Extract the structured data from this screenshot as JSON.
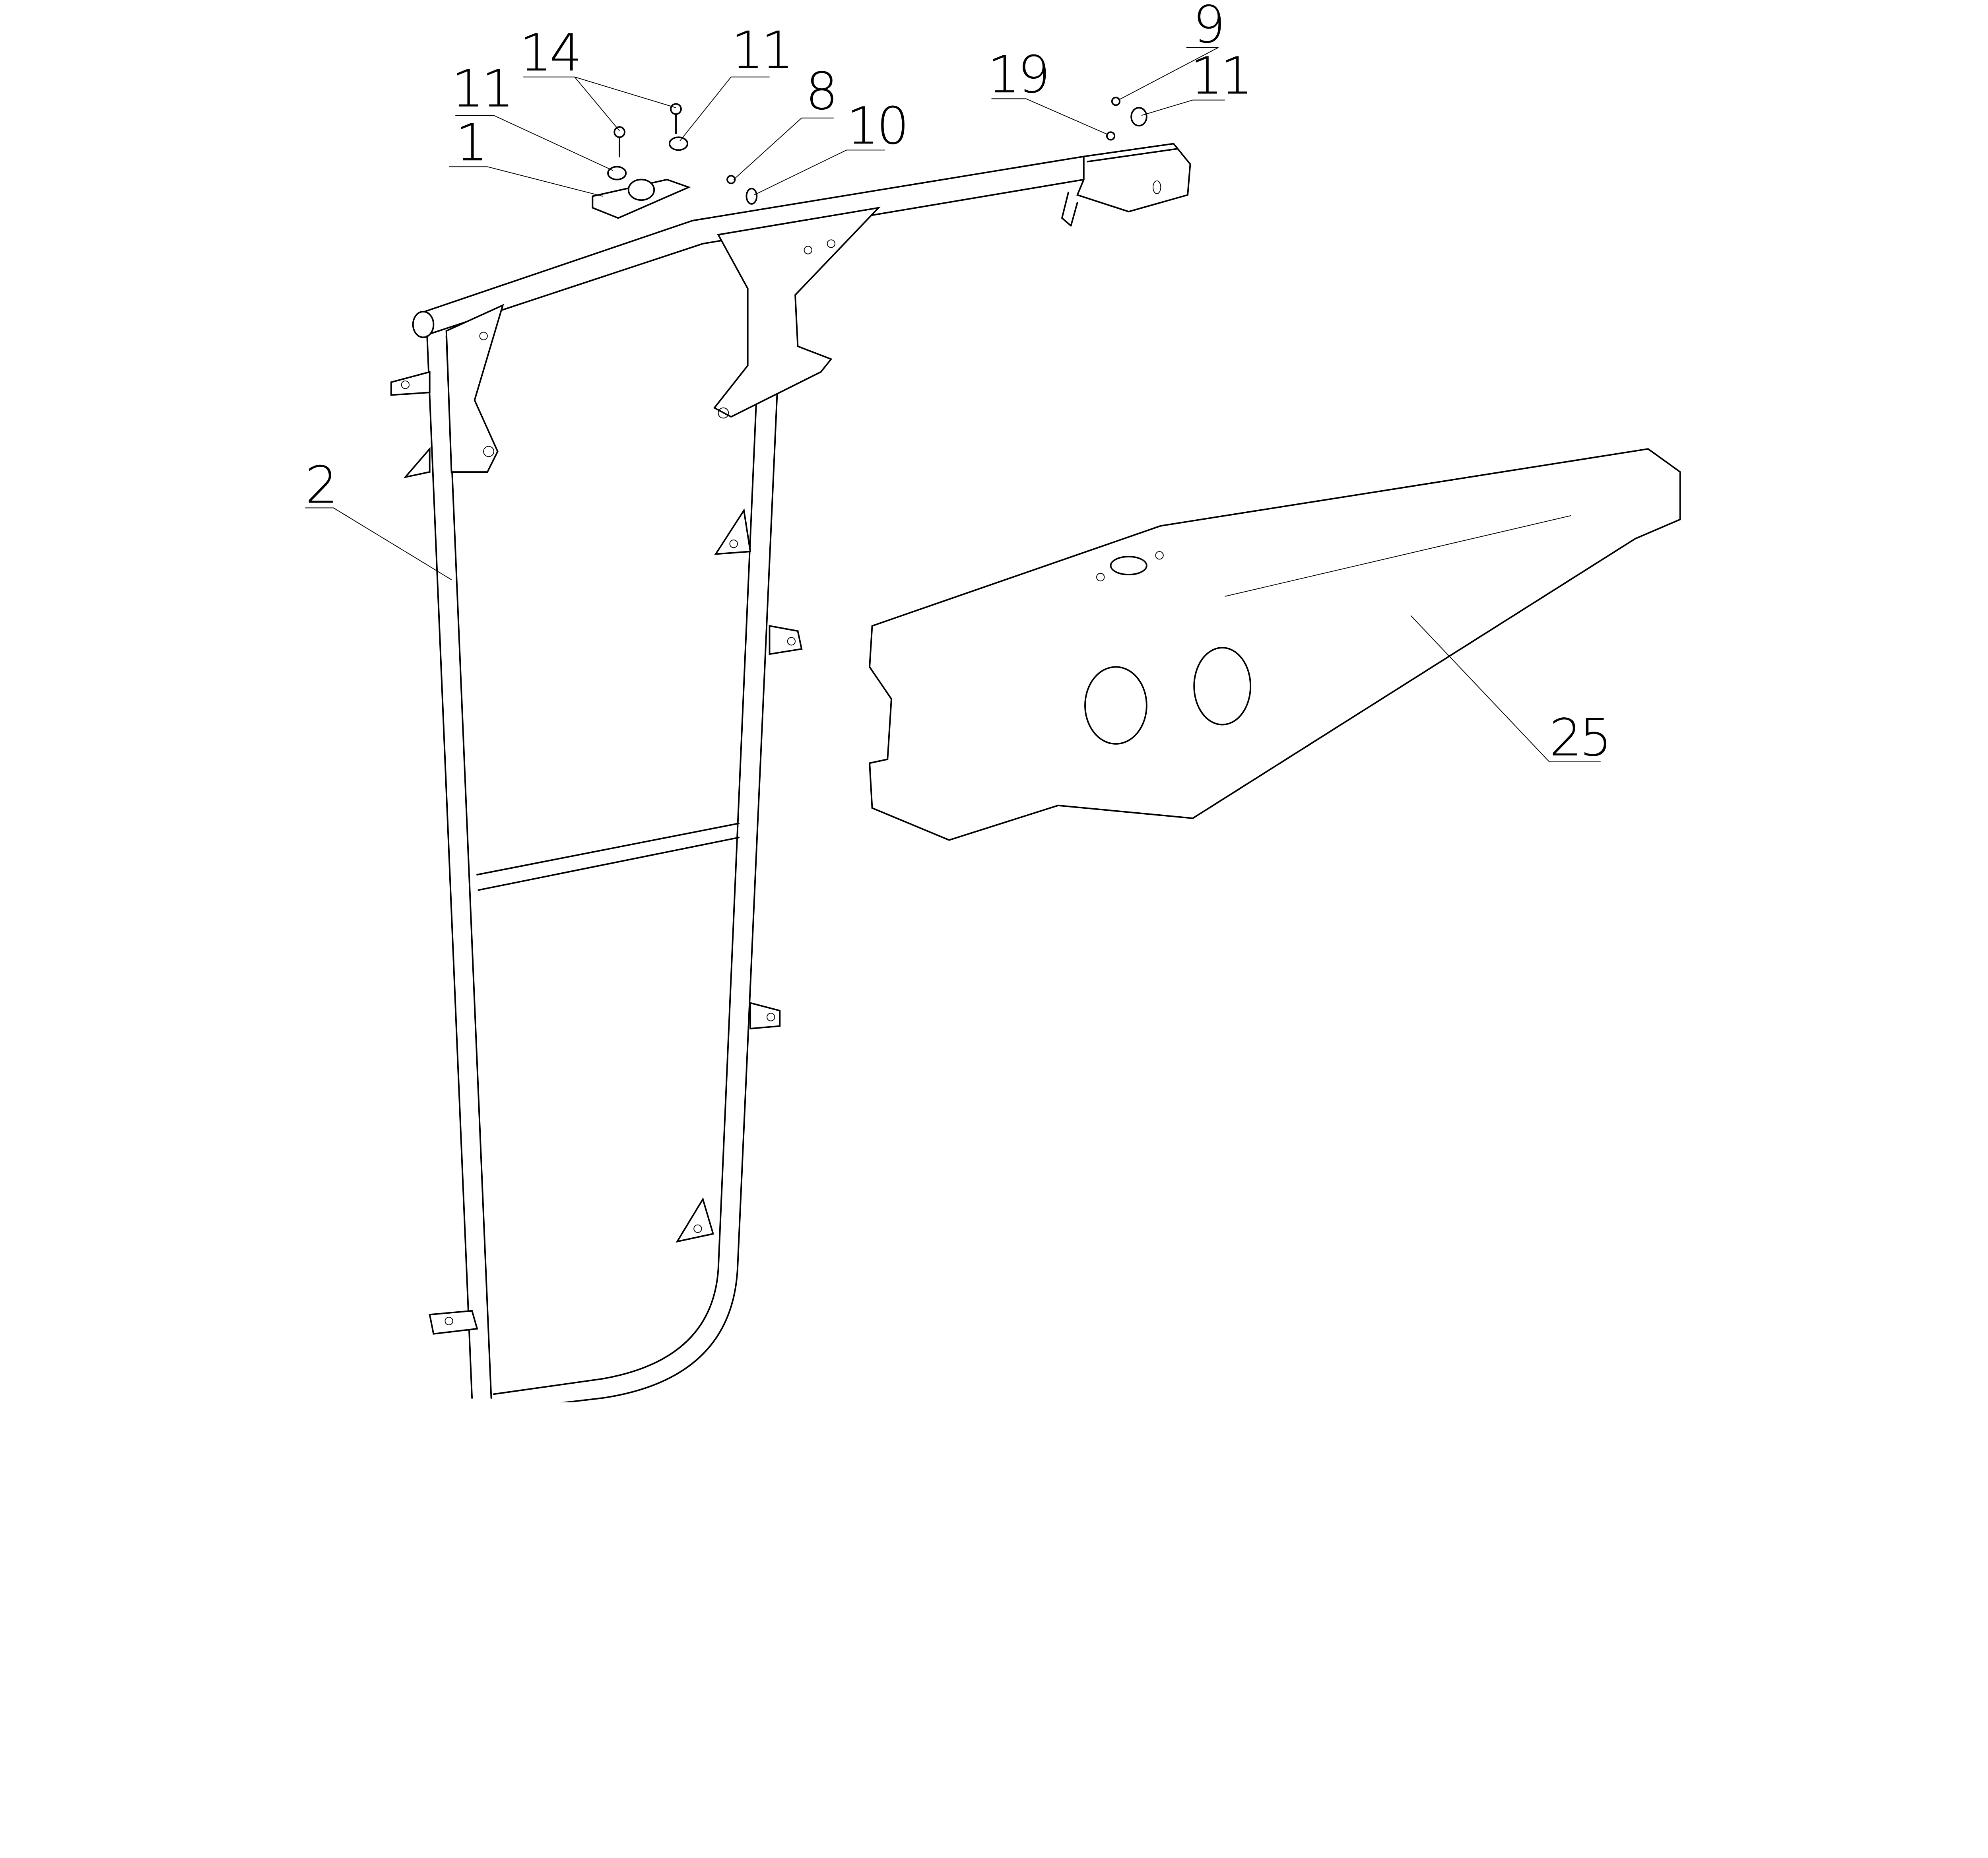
{
  "diagram": {
    "type": "exploded assembly drawing",
    "callouts": [
      {
        "id": "c14",
        "label": "14"
      },
      {
        "id": "c11a",
        "label": "11"
      },
      {
        "id": "c11b",
        "label": "11"
      },
      {
        "id": "c1",
        "label": "1"
      },
      {
        "id": "c8",
        "label": "8"
      },
      {
        "id": "c10",
        "label": "10"
      },
      {
        "id": "c19",
        "label": "19"
      },
      {
        "id": "c9",
        "label": "9"
      },
      {
        "id": "c11c",
        "label": "11"
      },
      {
        "id": "c2",
        "label": "2"
      },
      {
        "id": "c25",
        "label": "25"
      }
    ]
  }
}
